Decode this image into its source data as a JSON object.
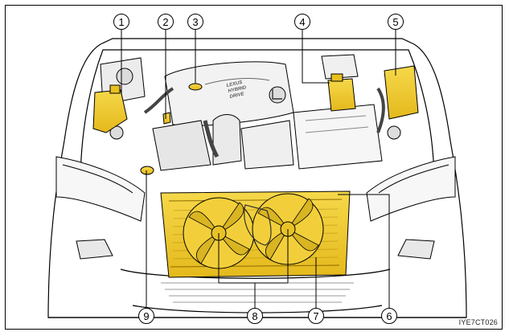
{
  "figure_id": "IYE7CT026",
  "engine_cover_text": [
    "LEXUS",
    "HYBRID",
    "DRIVE"
  ],
  "colors": {
    "highlight_yellow": "#f2cc2a",
    "highlight_shadow": "#c9a214",
    "line": "#000000",
    "callout_ring": "#6a8fc4",
    "callout_line": "#000000"
  },
  "callouts": [
    {
      "label": "1"
    },
    {
      "label": "2"
    },
    {
      "label": "3"
    },
    {
      "label": "4"
    },
    {
      "label": "5"
    },
    {
      "label": "6"
    },
    {
      "label": "7"
    },
    {
      "label": "8"
    },
    {
      "label": "9"
    }
  ]
}
